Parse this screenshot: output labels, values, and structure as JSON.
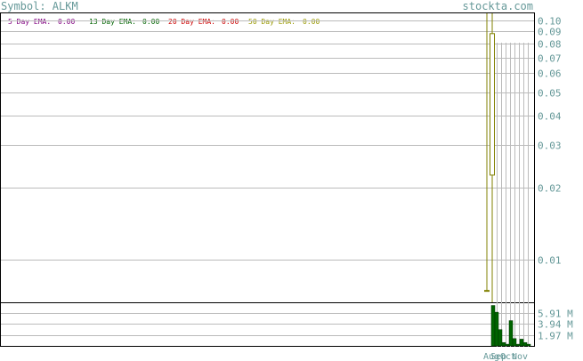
{
  "header": {
    "symbol_label": "Symbol: ALKM",
    "site": "stockta.com"
  },
  "ema_legend": [
    {
      "label": "5 Day EMA:",
      "value": "0.00",
      "color": "#800080"
    },
    {
      "label": "13 Day EMA:",
      "value": "0.00",
      "color": "#006400"
    },
    {
      "label": "20 Day EMA:",
      "value": "0.00",
      "color": "#cc0000"
    },
    {
      "label": "50 Day EMA:",
      "value": "0.00",
      "color": "#999900"
    }
  ],
  "colors": {
    "axis_text": "#669999",
    "gridline": "#bbbbbb",
    "frame": "#000000",
    "candle_outline": "#808000",
    "volume_bar": "#006400"
  },
  "chart_data": [
    {
      "type": "candlestick",
      "scale": "log",
      "ylim": [
        0.0066,
        0.107
      ],
      "y_ticks": [
        0.1,
        0.09,
        0.08,
        0.07,
        0.06,
        0.05,
        0.04,
        0.03,
        0.02,
        0.01
      ],
      "y_tick_labels": [
        "0.10",
        "0.09",
        "0.08",
        "0.07",
        "0.06",
        "0.05",
        "0.04",
        "0.03",
        "0.02",
        "0.01"
      ],
      "candles": [
        {
          "open": 0.0074,
          "high": 0.107,
          "low": 0.0074,
          "close": 0.0074
        },
        {
          "open": 0.088,
          "high": 0.107,
          "low": 0.0066,
          "close": 0.0225
        }
      ]
    },
    {
      "type": "bar",
      "title": "volume",
      "y_ticks": [
        5.91,
        3.94,
        1.97
      ],
      "y_tick_labels": [
        "5.91 M",
        "3.94 M",
        "1.97 M"
      ],
      "ylim": [
        0,
        7.6
      ],
      "values": [
        7.2,
        6.0,
        2.9,
        0.6,
        0.3,
        4.5,
        1.3,
        0.3,
        1.2,
        0.6,
        0.3
      ]
    }
  ],
  "x_labels": [
    "Aug",
    "Sep",
    "Oct",
    "Nov"
  ]
}
